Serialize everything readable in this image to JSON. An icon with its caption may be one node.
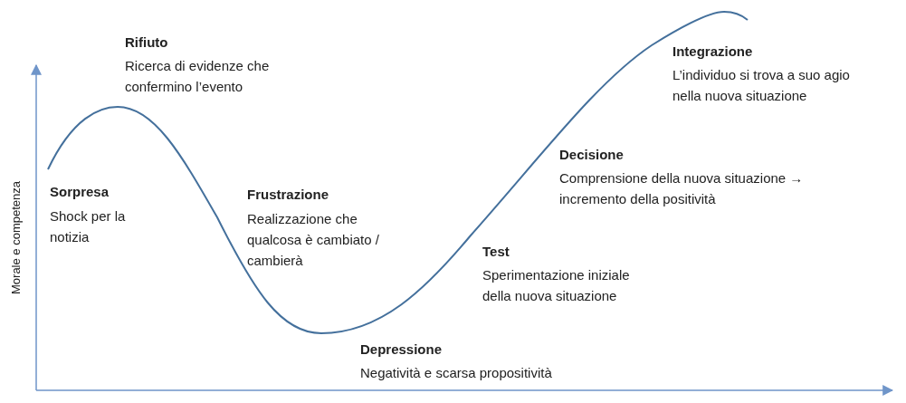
{
  "diagram": {
    "labels": [
      "Rifiuto",
      "Ricerca di evidenze che confermino l’evento",
      "Integrazione",
      "L’individuo si trova a suo agio nella nuova situazione",
      "Sorpresa",
      "Shock per la notizia",
      "Frustrazione",
      "Realizzazione che qualcosa è cambiato / cambierà",
      "Decisione",
      "Comprensione della nuova situazione → incremento della positività",
      "Test",
      "Sperimentazione iniziale della nuova situazione",
      "Depressione",
      "Negatività e scarsa propositività",
      "Morale e competenza"
    ]
  }
}
